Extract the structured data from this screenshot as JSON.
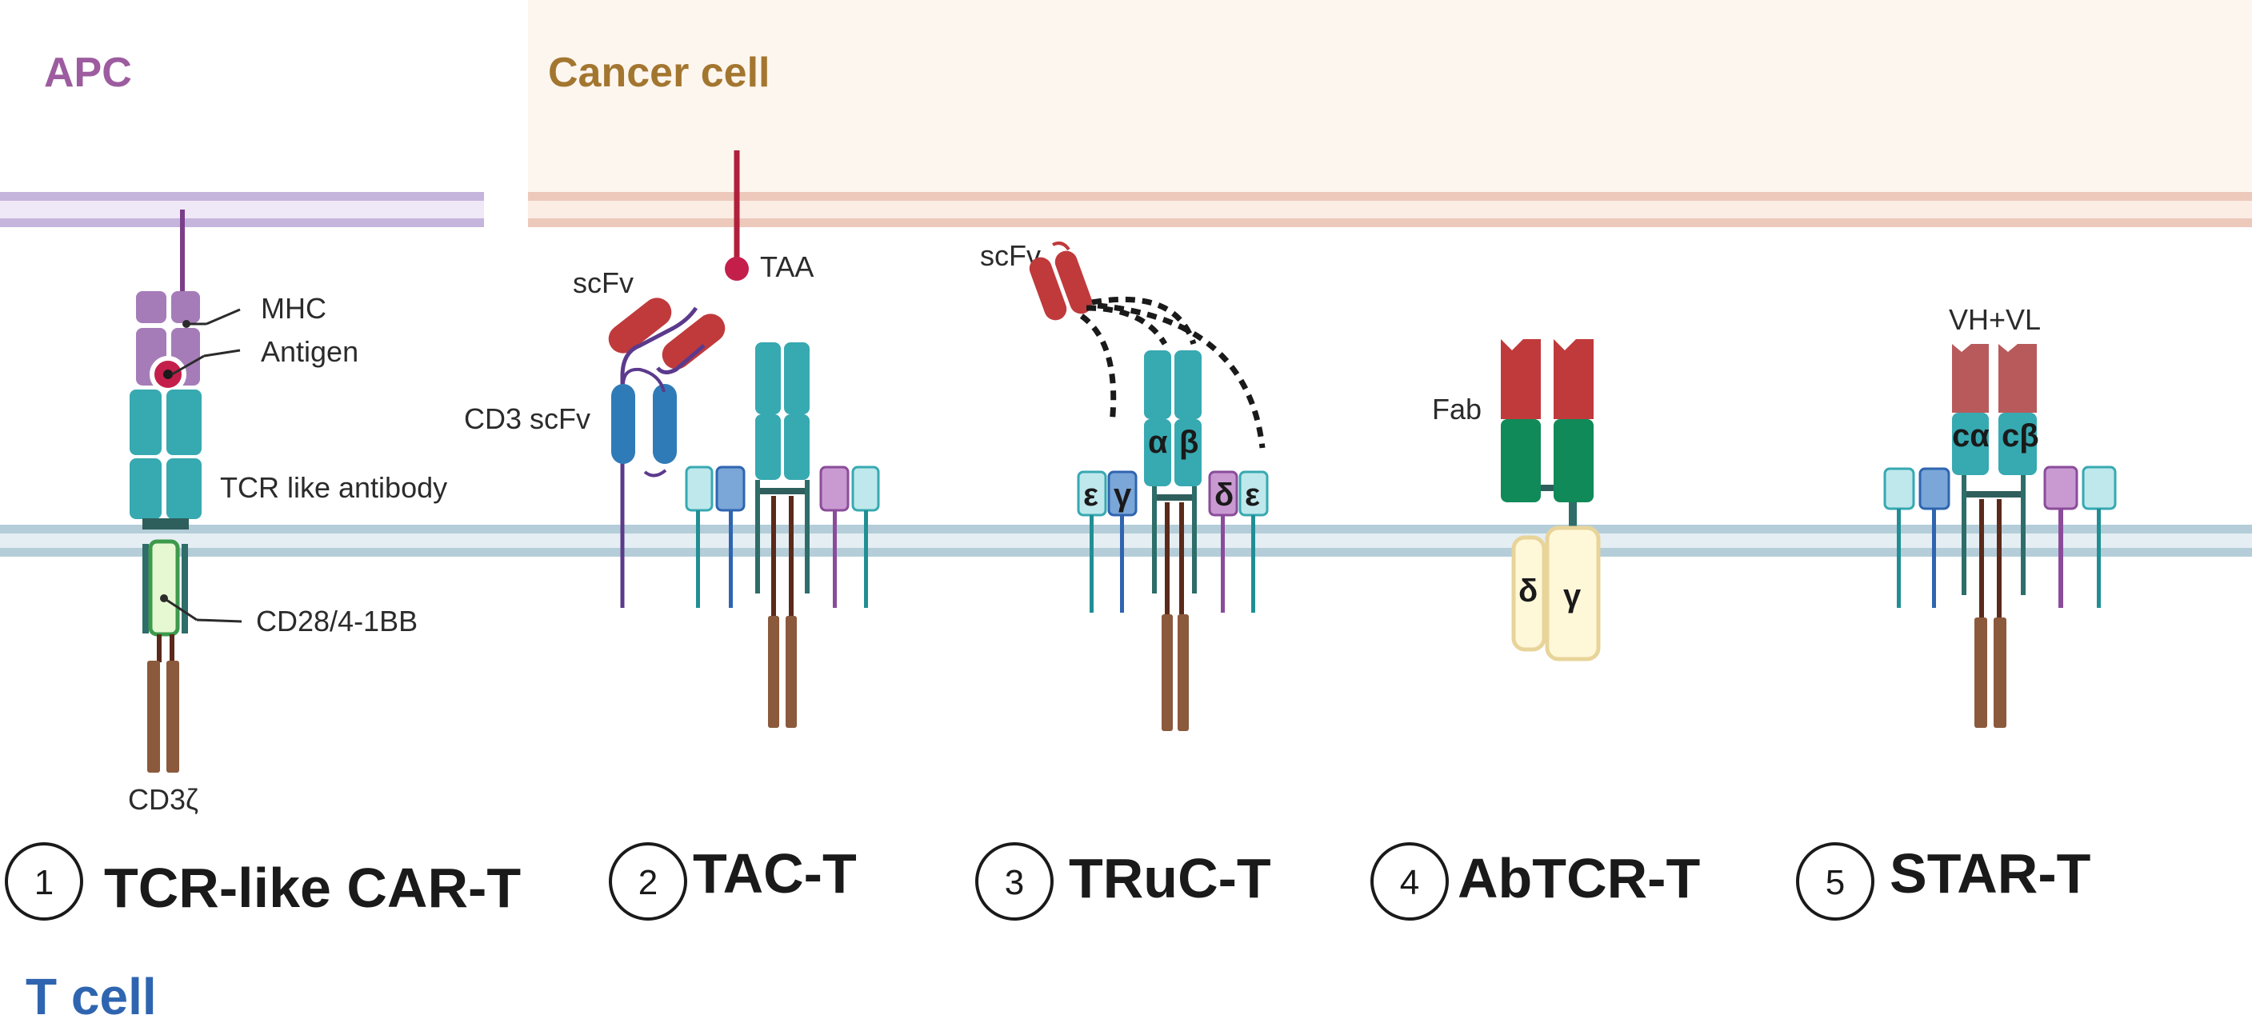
{
  "regions": {
    "apc": "APC",
    "cancer_cell": "Cancer cell",
    "t_cell": "T cell"
  },
  "colors": {
    "apc": "#9d5c9f",
    "cancer": "#a37630",
    "tcell": "#2f65b0",
    "teal": "#37a9b1",
    "red": "#c03a3c",
    "green": "#108a58",
    "brown": "#8b5a3c",
    "purple": "#a57cb8",
    "cream": "#fff8d8"
  },
  "constructs": [
    {
      "number": "1",
      "name": "TCR-like CAR-T",
      "labels": {
        "mhc": "MHC",
        "antigen": "Antigen",
        "antibody": "TCR like antibody",
        "costim": "CD28/4-1BB",
        "cd3z": "CD3ζ"
      }
    },
    {
      "number": "2",
      "name": "TAC-T",
      "labels": {
        "scfv": "scFv",
        "taa": "TAA",
        "cd3scfv": "CD3 scFv"
      }
    },
    {
      "number": "3",
      "name": "TRuC-T",
      "labels": {
        "scfv": "scFv",
        "alpha": "α",
        "beta": "β",
        "epsilon_left": "ε",
        "gamma": "γ",
        "delta": "δ",
        "epsilon_right": "ε"
      }
    },
    {
      "number": "4",
      "name": "AbTCR-T",
      "labels": {
        "fab": "Fab",
        "delta": "δ",
        "gamma": "γ"
      }
    },
    {
      "number": "5",
      "name": "STAR-T",
      "labels": {
        "vhvl": "VH+VL",
        "calpha": "cα",
        "cbeta": "cβ"
      }
    }
  ]
}
